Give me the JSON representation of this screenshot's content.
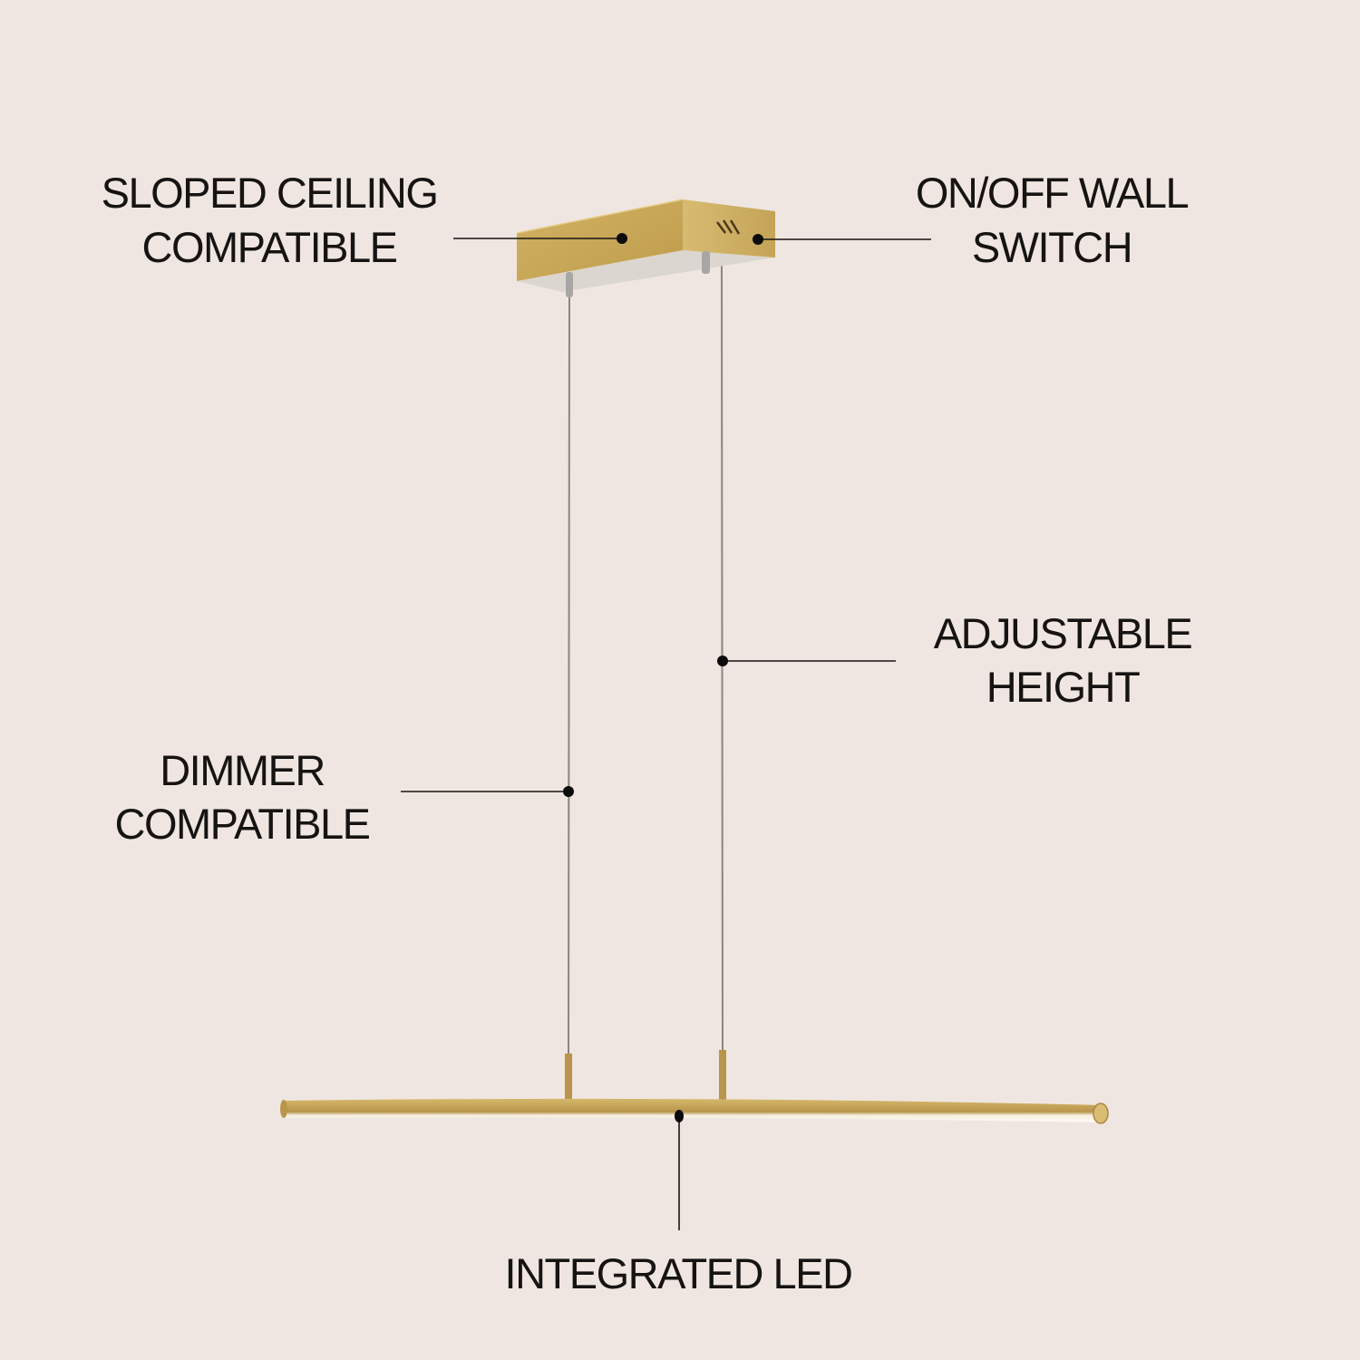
{
  "colors": {
    "background": "#f0e6e1",
    "brass": "#c9a655",
    "text": "#161413"
  },
  "callouts": {
    "sloped_ceiling": {
      "line1": "SLOPED CEILING",
      "line2": "COMPATIBLE"
    },
    "wall_switch": {
      "line1": "ON/OFF WALL",
      "line2": "SWITCH"
    },
    "adjustable_height": {
      "line1": "ADJUSTABLE",
      "line2": "HEIGHT"
    },
    "dimmer": {
      "line1": "DIMMER",
      "line2": "COMPATIBLE"
    },
    "integrated_led": {
      "line1": "INTEGRATED LED"
    }
  }
}
